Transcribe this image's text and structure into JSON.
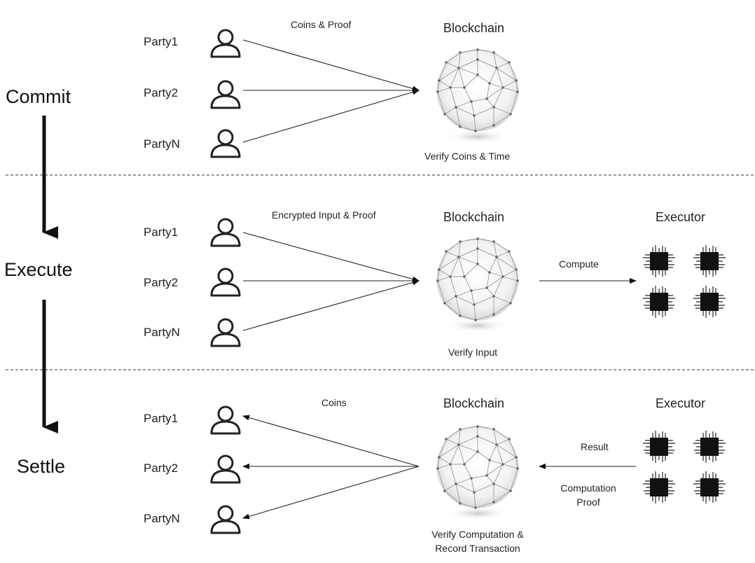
{
  "phases": [
    "Commit",
    "Execute",
    "Settle"
  ],
  "sections": [
    {
      "parties": [
        "Party1",
        "Party2",
        "PartyN"
      ],
      "edge_label": "Coins & Proof",
      "blockchain_title": "Blockchain",
      "blockchain_caption": "Verify Coins & Time"
    },
    {
      "parties": [
        "Party1",
        "Party2",
        "PartyN"
      ],
      "edge_label": "Encrypted Input & Proof",
      "blockchain_title": "Blockchain",
      "blockchain_caption": "Verify Input",
      "executor_title": "Executor",
      "executor_edge_label": "Compute"
    },
    {
      "parties": [
        "Party1",
        "Party2",
        "PartyN"
      ],
      "edge_label": "Coins",
      "blockchain_title": "Blockchain",
      "blockchain_caption_line1": "Verify Computation &",
      "blockchain_caption_line2": "Record Transaction",
      "executor_title": "Executor",
      "executor_edge_label_top": "Result",
      "executor_edge_label_bottom_line1": "Computation",
      "executor_edge_label_bottom_line2": "Proof"
    }
  ]
}
